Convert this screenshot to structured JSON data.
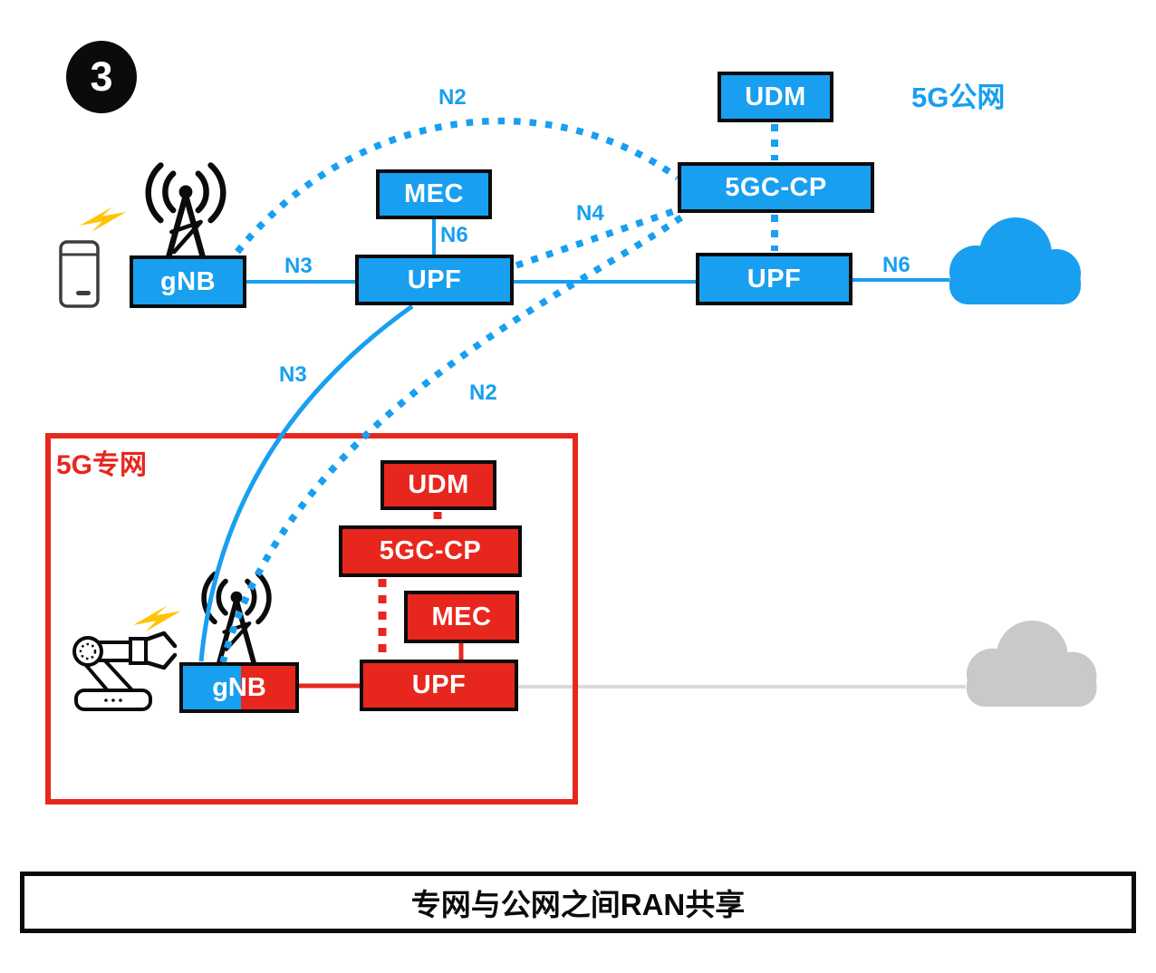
{
  "badge": {
    "number": "3"
  },
  "caption": {
    "text": "专网与公网之间RAN共享"
  },
  "colors": {
    "public_blue": "#189FF0",
    "private_red": "#E7271D",
    "cloud_gray": "#C9C9C9",
    "line_gray": "#DADADA",
    "lightning_yellow": "#FFC400",
    "outline_black": "#0b0b0b"
  },
  "public_network": {
    "title": "5G公网",
    "nodes": {
      "gnb": "gNB",
      "mec": "MEC",
      "upf_left": "UPF",
      "upf_right": "UPF",
      "udm": "UDM",
      "cp": "5GC-CP"
    },
    "link_labels": {
      "n2": "N2",
      "n3": "N3",
      "n4": "N4",
      "n6_mec": "N6",
      "n6_cloud": "N6"
    }
  },
  "private_network": {
    "title": "5G专网",
    "nodes": {
      "udm": "UDM",
      "cp": "5GC-CP",
      "mec": "MEC",
      "upf": "UPF",
      "gnb": "gNB"
    }
  },
  "shared_ran_links": {
    "n3": "N3",
    "n2": "N2"
  },
  "icons": [
    "smartphone-icon",
    "antenna-icon-public",
    "antenna-icon-private",
    "lightning-icon-public",
    "lightning-icon-private",
    "robot-arm-icon",
    "cloud-icon-public",
    "cloud-icon-private"
  ]
}
